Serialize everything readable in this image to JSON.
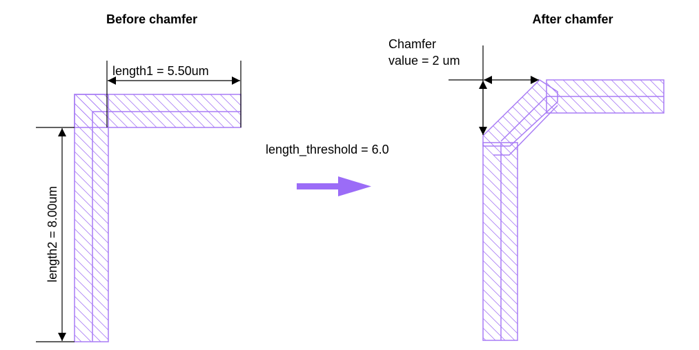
{
  "titles": {
    "before": "Before chamfer",
    "after": "After chamfer"
  },
  "labels": {
    "length1": "length1 = 5.50um",
    "length2": "length2 = 8.00um",
    "threshold": "length_threshold = 6.0",
    "chamfer_line1": "Chamfer",
    "chamfer_line2": "value = 2 um"
  },
  "colors": {
    "shape": "#a87cf5",
    "arrow": "#9b6cf7"
  }
}
